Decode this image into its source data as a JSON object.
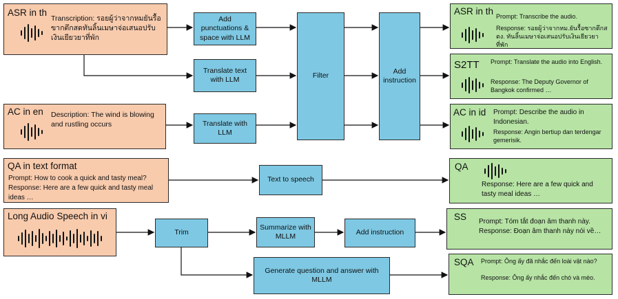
{
  "sources": {
    "asr": {
      "title": "ASR in th",
      "label": "Transcription: รอยผู้ว่าจากหมยันรื้อ ขากตึกสดทันลิ้นเมษาจ่อเสนอปรับ เงินเยียวยาที่พัก"
    },
    "ac": {
      "title": "AC in en",
      "label": "Description: The wind is blowing and rustling occurs"
    },
    "qa": {
      "title": "QA in text format",
      "prompt": "Prompt: How to cook a quick and tasty meal?",
      "response": "Response: Here are a few quick and tasty meal ideas …"
    },
    "long": {
      "title": "Long Audio Speech in vi"
    }
  },
  "process": {
    "add_punct": "Add punctuations & space with LLM",
    "translate_text": "Translate text with LLM",
    "translate_ac": "Translate with LLM",
    "filter": "Filter",
    "add_instruction": "Add instruction",
    "tts": "Text to speech",
    "trim": "Trim",
    "summarize": "Summarize with MLLM",
    "add_instruction2": "Add instruction",
    "gen_qa": "Generate question and answer with MLLM"
  },
  "outputs": {
    "asr": {
      "title": "ASR in th",
      "prompt": "Prompt: Transcribe the audio.",
      "response": "Response: รอยผู้ว่าจากหม.ยันรื้อซากตึกสตง. ทันลิ้นเมษาจ่อเสนอปรับเงินเยียวยาที่พัก"
    },
    "s2tt": {
      "title": "S2TT",
      "prompt": "Prompt: Translate the audio into English.",
      "response": "Response: The Deputy Governor of Bangkok confirmed …"
    },
    "ac": {
      "title": "AC in id",
      "prompt": "Prompt: Describe the audio in Indonesian.",
      "response": "Response: Angin bertiup dan terdengar gemerisik."
    },
    "qa": {
      "title": "QA",
      "response": "Response: Here are a few quick and tasty meal ideas …"
    },
    "ss": {
      "title": "SS",
      "prompt": "Prompt: Tóm tắt đoạn âm thanh này.",
      "response": "Response: Đoạn âm thanh này nói về…"
    },
    "sqa": {
      "title": "SQA",
      "prompt": "Prompt: Ông ấy đã nhắc đến loài vật nào?",
      "response": "Response: Ông ấy nhắc đến chó và mèo."
    }
  },
  "icons": {
    "waveform": "waveform-icon",
    "long_waveform": "long-waveform-icon"
  },
  "colors": {
    "source": "#f8cbad",
    "process": "#7ec8e3",
    "output": "#b7e4a5"
  }
}
